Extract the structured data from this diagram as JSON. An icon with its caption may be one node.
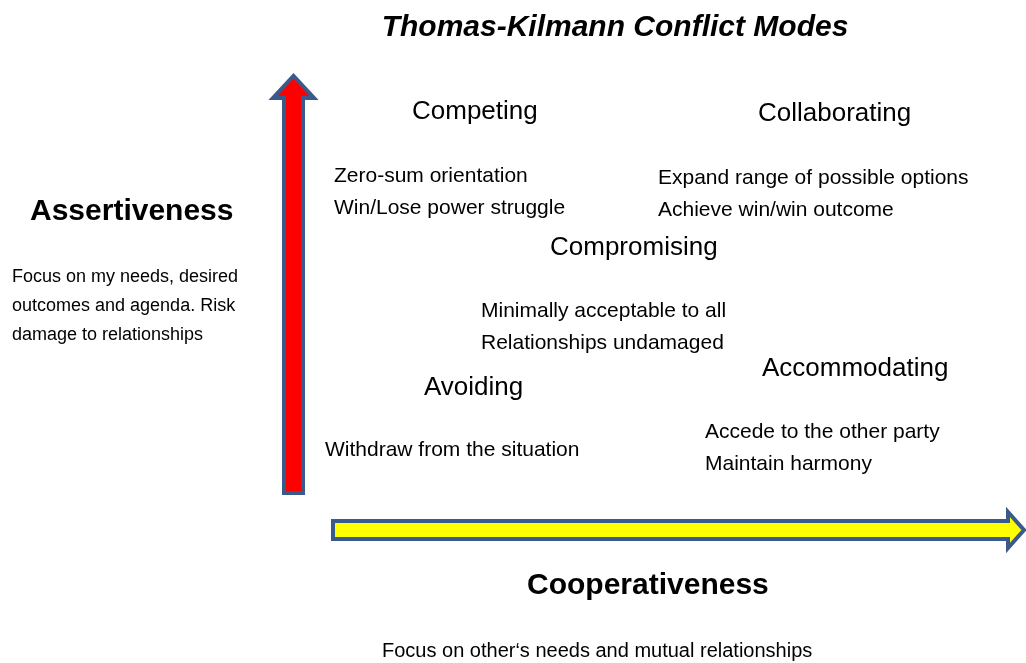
{
  "diagram": {
    "title": "Thomas-Kilmann Conflict Modes",
    "labels": [
      "Competing",
      "Collaborating",
      "Zero-sum orientation",
      "Expand range of possible options",
      "Win/Lose power struggle",
      "Achieve win/win outcome",
      "Assertiveness",
      "Compromising",
      "Focus on my needs, desired outcomes and agenda. Risk damage to relationships",
      "Minimally acceptable to all",
      "Relationships undamaged",
      "Accommodating",
      "Avoiding",
      "Accede to the other party",
      "Withdraw from the situation",
      "Maintain harmony",
      "Cooperativeness",
      "Focus on other‘s needs and mutual relationships"
    ]
  }
}
